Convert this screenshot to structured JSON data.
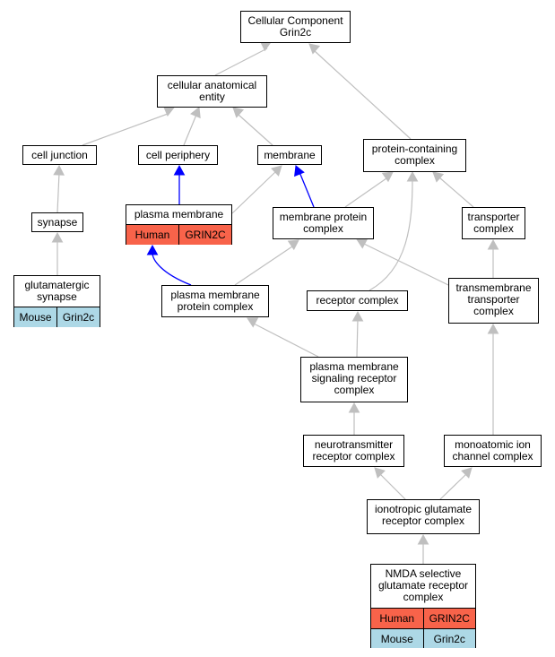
{
  "colors": {
    "edge": "#bfbfbf",
    "highlight_edge": "#0000ff",
    "human": "#f8634a",
    "mouse": "#add8e6"
  },
  "nodes": {
    "cc_root": [
      "Cellular Component",
      "Grin2c"
    ],
    "cellular_anatomical_entity": [
      "cellular anatomical",
      "entity"
    ],
    "cell_junction": [
      "cell junction"
    ],
    "cell_periphery": [
      "cell periphery"
    ],
    "membrane": [
      "membrane"
    ],
    "protein_containing_complex": [
      "protein-containing",
      "complex"
    ],
    "synapse": [
      "synapse"
    ],
    "plasma_membrane": [
      "plasma membrane"
    ],
    "membrane_protein_complex": [
      "membrane protein",
      "complex"
    ],
    "transporter_complex": [
      "transporter",
      "complex"
    ],
    "glutamatergic_synapse": [
      "glutamatergic",
      "synapse"
    ],
    "plasma_membrane_protein_complex": [
      "plasma membrane",
      "protein complex"
    ],
    "receptor_complex": [
      "receptor complex"
    ],
    "transmembrane_transporter_complex": [
      "transmembrane",
      "transporter",
      "complex"
    ],
    "pm_signaling_receptor_complex": [
      "plasma membrane",
      "signaling receptor",
      "complex"
    ],
    "neurotransmitter_receptor_complex": [
      "neurotransmitter",
      "receptor complex"
    ],
    "monoatomic_ion_channel_complex": [
      "monoatomic ion",
      "channel complex"
    ],
    "ionotropic_glutamate_receptor_complex": [
      "ionotropic glutamate",
      "receptor complex"
    ],
    "nmda_receptor_complex": [
      "NMDA selective",
      "glutamate receptor",
      "complex"
    ]
  },
  "annotations": {
    "plasma_membrane": [
      {
        "species": "Human",
        "gene": "GRIN2C"
      }
    ],
    "glutamatergic_synapse": [
      {
        "species": "Mouse",
        "gene": "Grin2c"
      }
    ],
    "nmda_receptor_complex": [
      {
        "species": "Human",
        "gene": "GRIN2C"
      },
      {
        "species": "Mouse",
        "gene": "Grin2c"
      }
    ]
  }
}
